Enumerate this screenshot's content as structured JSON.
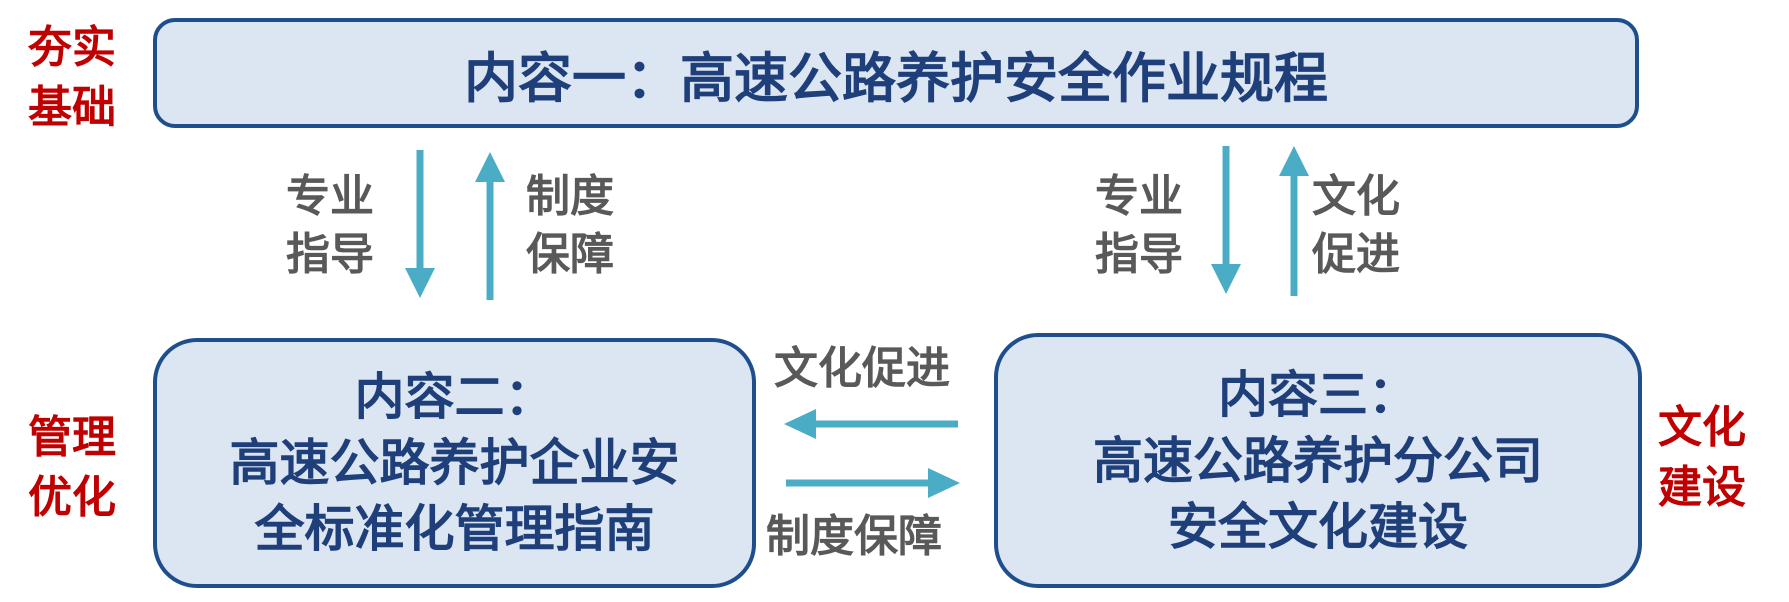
{
  "boxes": {
    "top": {
      "line1": "内容一：高速公路养护安全作业规程"
    },
    "left": {
      "line1": "内容二：",
      "line2": "高速公路养护企业安",
      "line3": "全标准化管理指南"
    },
    "right": {
      "line1": "内容三：",
      "line2": "高速公路养护分公司",
      "line3": "安全文化建设"
    }
  },
  "side_labels": {
    "left_top": [
      "夯实",
      "基础"
    ],
    "left_bottom": [
      "管理",
      "优化"
    ],
    "right": [
      "文化",
      "建设"
    ]
  },
  "arrow_labels": {
    "left_down": [
      "专业",
      "指导"
    ],
    "left_up": [
      "制度",
      "保障"
    ],
    "right_down": [
      "专业",
      "指导"
    ],
    "right_up": [
      "文化",
      "促进"
    ],
    "mid_left": "文化促进",
    "mid_right": "制度保障"
  },
  "colors": {
    "box_fill": "#dce6f2",
    "box_border": "#1f4e8c",
    "box_text": "#1f3f7a",
    "side_text": "#c00000",
    "label_text": "#595959",
    "arrow": "#4bacc6"
  }
}
